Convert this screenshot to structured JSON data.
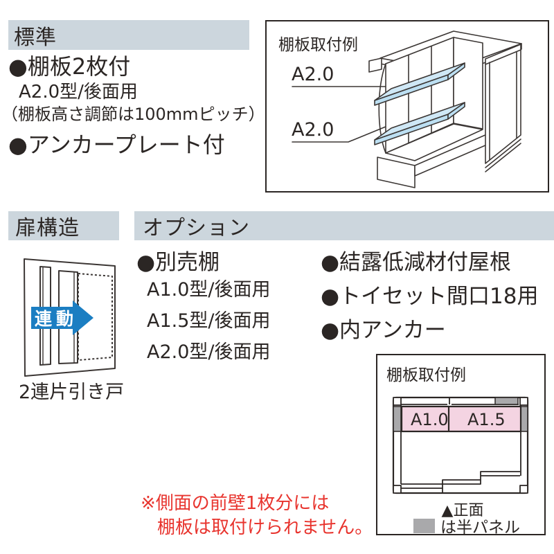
{
  "colors": {
    "header_bg": "#ccd6dd",
    "ink": "#2b2624",
    "arrow_blue": "#1b7ec2",
    "shelf_blue": "#cfe8f6",
    "shelf_pink": "#f4d4e2",
    "panel_gray": "#a9a9ab",
    "note_red": "#e8342e"
  },
  "standard": {
    "header": "標準",
    "items": [
      "●棚板2枚付",
      "A2.0型/後面用",
      "（棚板高さ調節は100mmピッチ）",
      "●アンカープレート付"
    ]
  },
  "top_example": {
    "title": "棚板取付例",
    "labels": [
      "A2.0",
      "A2.0"
    ]
  },
  "door": {
    "header": "扉構造",
    "arrow_label": "連動",
    "caption": "2連片引き戸"
  },
  "options": {
    "header": "オプション",
    "left": [
      "●別売棚",
      "A1.0型/後面用",
      "A1.5型/後面用",
      "A2.0型/後面用"
    ],
    "right": [
      "●結露低減材付屋根",
      "●トイセット間口18用",
      "●内アンカー"
    ]
  },
  "bottom_example": {
    "title": "棚板取付例",
    "cells": [
      "A1.0",
      "A1.5"
    ],
    "front_label": "▲正面",
    "legend_label": "は半パネル"
  },
  "note": {
    "line1": "※側面の前壁1枚分には",
    "line2": "棚板は取付けられません。"
  }
}
